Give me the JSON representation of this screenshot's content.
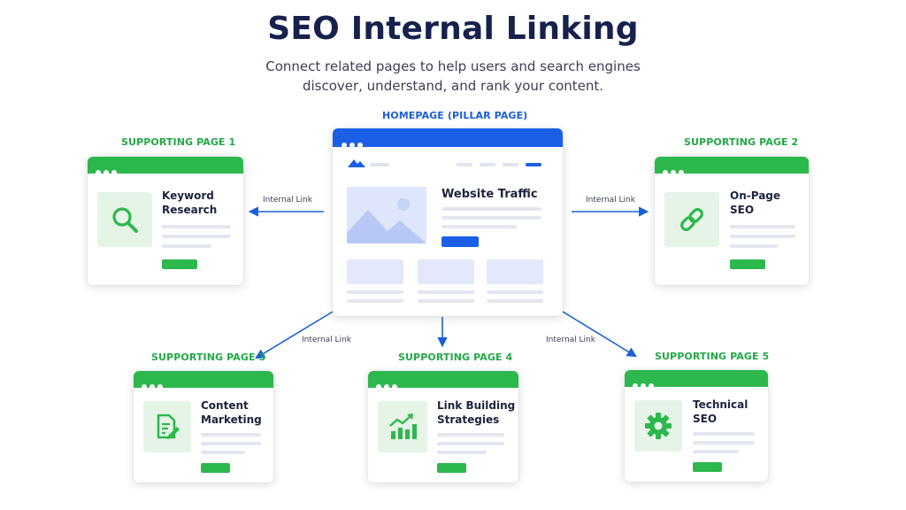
{
  "header": {
    "title": "SEO Internal Linking",
    "subtitle_line1": "Connect related pages to help users and search engines",
    "subtitle_line2": "discover, understand, and rank your content."
  },
  "homepage": {
    "label": "HOMEPAGE (PILLAR PAGE)",
    "content_title": "Website Traffic"
  },
  "supporting_pages": [
    {
      "label": "SUPPORTING PAGE 1",
      "title_line1": "Keyword",
      "title_line2": "Research",
      "icon": "magnifier-icon"
    },
    {
      "label": "SUPPORTING PAGE 2",
      "title_line1": "On-Page",
      "title_line2": "SEO",
      "icon": "chain-link-icon"
    },
    {
      "label": "SUPPORTING PAGE 3",
      "title_line1": "Content",
      "title_line2": "Marketing",
      "icon": "document-edit-icon"
    },
    {
      "label": "SUPPORTING PAGE 4",
      "title_line1": "Link Building",
      "title_line2": "Strategies",
      "icon": "growth-chart-icon"
    },
    {
      "label": "SUPPORTING PAGE 5",
      "title_line1": "Technical",
      "title_line2": "SEO",
      "icon": "gear-icon"
    }
  ],
  "links": {
    "label_1": "Internal Link",
    "label_2": "Internal Link",
    "label_3": "Internal Link",
    "label_5": "Internal Link"
  },
  "colors": {
    "green": "#2db84d",
    "blue": "#1a5fe6",
    "title": "#17214d",
    "icon_bg": "#e6f4e8"
  }
}
